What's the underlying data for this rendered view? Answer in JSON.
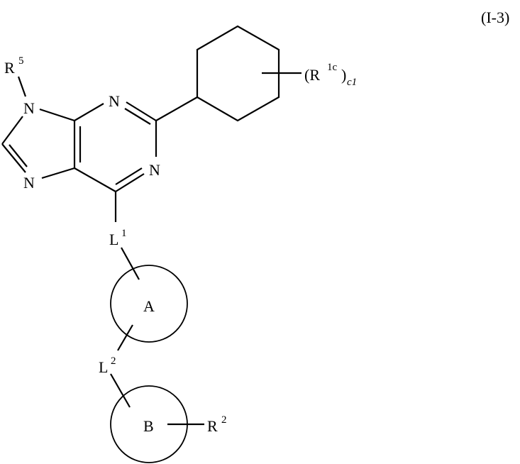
{
  "formula_label": "(I-3)",
  "atoms": {
    "r5": {
      "base": "R",
      "sup": "5"
    },
    "n9": "N",
    "n7": "N",
    "n3": "N",
    "n1": "N",
    "l1": {
      "base": "L",
      "sup": "1"
    },
    "l2": {
      "base": "L",
      "sup": "2"
    },
    "ring_a": "A",
    "ring_b": "B",
    "r2": {
      "base": "R",
      "sup": "2"
    },
    "r1c": {
      "open": "(R",
      "sup": "1c",
      "close": ")",
      "sub": "c1"
    }
  },
  "colors": {
    "line": "#000000",
    "background": "#ffffff"
  }
}
